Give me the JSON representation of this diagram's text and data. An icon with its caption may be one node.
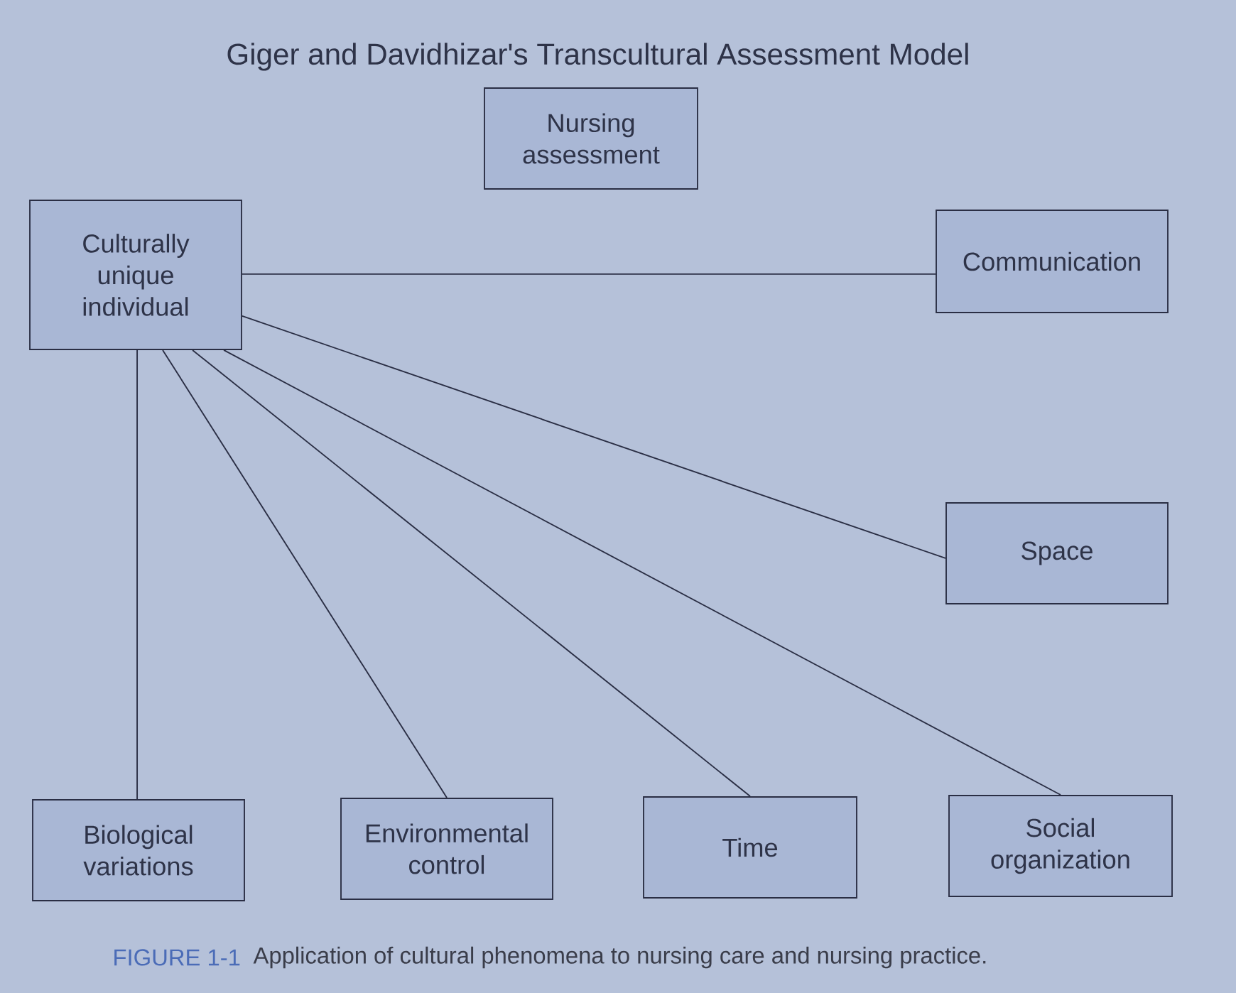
{
  "diagram": {
    "title": "Giger and Davidhizar's Transcultural Assessment Model",
    "caption": "Application of cultural phenomena to nursing care and nursing practice.",
    "nodes": [
      {
        "text": [
          "Nursing assessment"
        ]
      },
      {
        "text": [
          "Culturally unique individual"
        ]
      },
      {
        "text": [
          "Communication"
        ]
      },
      {
        "text": [
          "Space"
        ]
      },
      {
        "text": [
          "Biological variations"
        ]
      },
      {
        "text": [
          "Environmental control"
        ]
      },
      {
        "text": [
          "Time"
        ]
      },
      {
        "text": [
          "Social organization"
        ]
      }
    ],
    "edges": [
      {
        "from": 1,
        "to": 2,
        "arrow": "none"
      },
      {
        "from": 1,
        "to": 3,
        "arrow": "none"
      },
      {
        "from": 1,
        "to": 4,
        "arrow": "none"
      },
      {
        "from": 1,
        "to": 5,
        "arrow": "none"
      },
      {
        "from": 1,
        "to": 6,
        "arrow": "none"
      },
      {
        "from": 1,
        "to": 7,
        "arrow": "none"
      }
    ],
    "labels": [
      "FIGURE 1-1"
    ]
  }
}
